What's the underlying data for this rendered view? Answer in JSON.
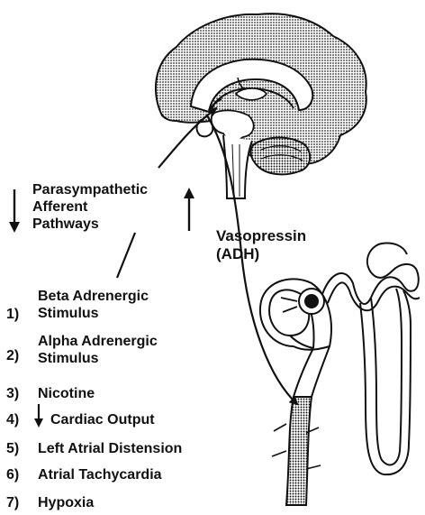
{
  "labels": {
    "pathway": [
      "Parasympathetic",
      "Afferent",
      "Pathways"
    ],
    "hormone": [
      "Vasopressin",
      "(ADH)"
    ]
  },
  "stimuli": [
    {
      "number": "1)",
      "lines": [
        "Beta Adrenergic",
        "Stimulus"
      ]
    },
    {
      "number": "2)",
      "lines": [
        "Alpha Adrenergic",
        "Stimulus"
      ]
    },
    {
      "number": "3)",
      "lines": [
        "Nicotine"
      ]
    },
    {
      "number": "4)",
      "arrow": "down",
      "lines": [
        "Cardiac Output"
      ]
    },
    {
      "number": "5)",
      "lines": [
        "Left Atrial Distension"
      ]
    },
    {
      "number": "6)",
      "lines": [
        "Atrial Tachycardia"
      ]
    },
    {
      "number": "7)",
      "lines": [
        "Hypoxia"
      ]
    }
  ],
  "colors": {
    "ink": "#111111",
    "paper": "#ffffff",
    "stipple": "#8a8a8a"
  }
}
